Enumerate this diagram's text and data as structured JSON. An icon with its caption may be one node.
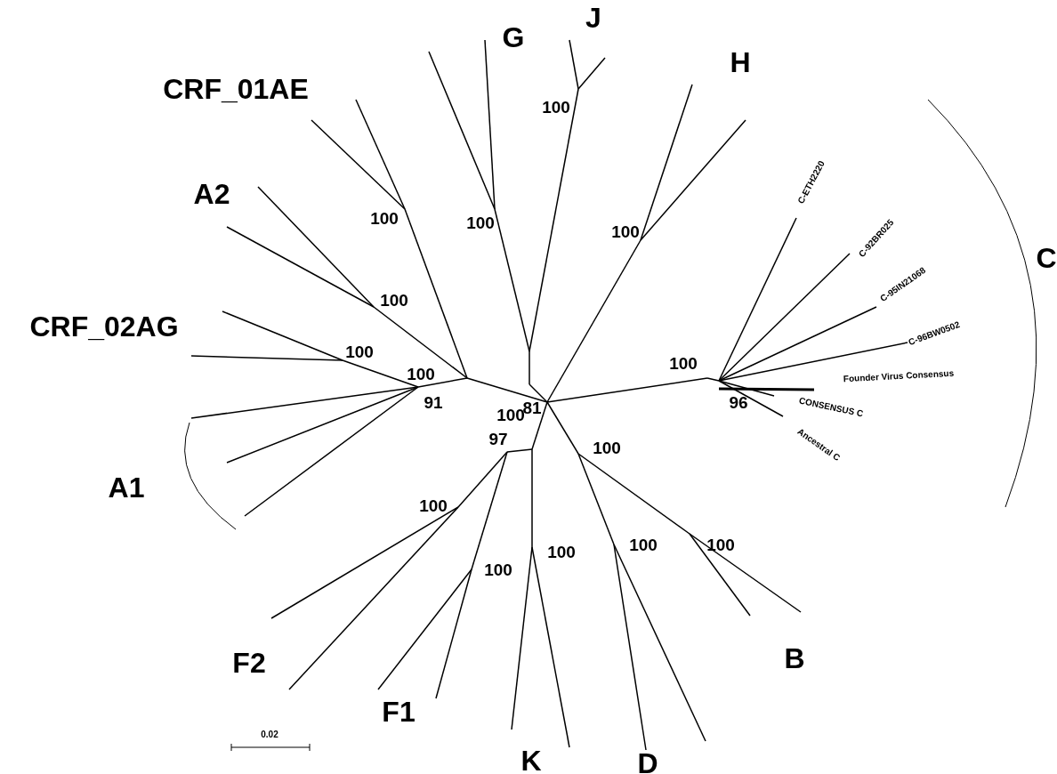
{
  "diagram": {
    "labels": [
      "J",
      "G",
      "H",
      "CRF_01AE",
      "100",
      "C-ETH2220",
      "A2",
      "100",
      "100",
      "100",
      "C-92BR025",
      "C",
      "C-95IN21068",
      "100",
      "CRF_02AG",
      "C-96BW0502",
      "100",
      "100",
      "100",
      "Founder Virus Consensus",
      "91",
      "100",
      "81",
      "96",
      "CONSENSUS C",
      "97",
      "Ancestral C",
      "100",
      "A1",
      "100",
      "100",
      "100",
      "100",
      "100",
      "F2",
      "B",
      "F1",
      "0.02",
      "K",
      "D"
    ]
  }
}
